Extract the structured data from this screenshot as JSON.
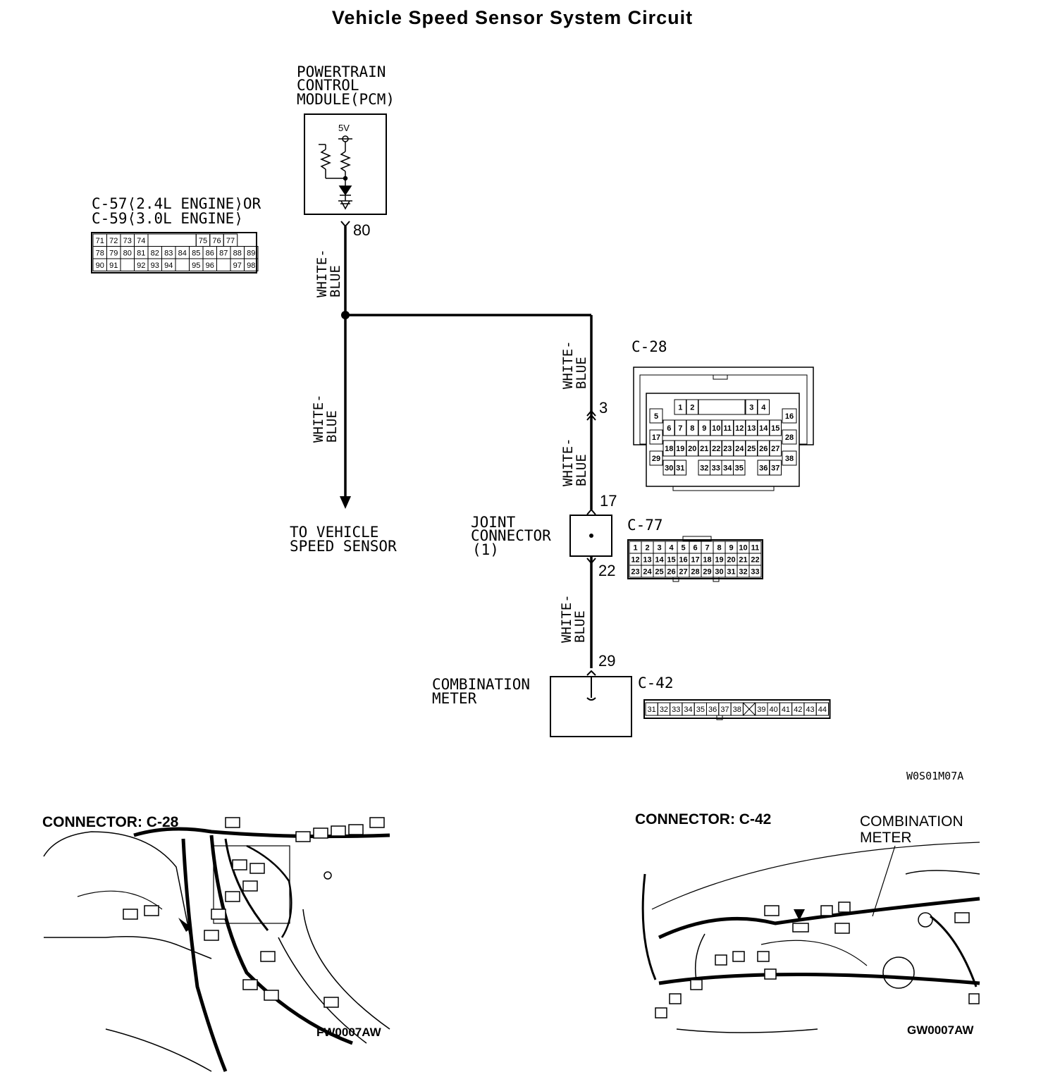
{
  "title": "Vehicle Speed Sensor System Circuit",
  "pcm": {
    "label_lines": [
      "POWERTRAIN",
      "CONTROL",
      "MODULE(PCM)"
    ],
    "voltage": "5V",
    "pin": "80"
  },
  "pcm_connector": {
    "label_lines": [
      "C-57⟨2.4L ENGINE⟩OR",
      "C-59⟨3.0L ENGINE⟩"
    ],
    "rows": [
      [
        "71",
        "72",
        "73",
        "74",
        "",
        "",
        "",
        "75",
        "76",
        "77"
      ],
      [
        "78",
        "79",
        "80",
        "81",
        "82",
        "83",
        "84",
        "85",
        "86",
        "87",
        "88",
        "89"
      ],
      [
        "90",
        "91",
        "",
        "92",
        "93",
        "94",
        "",
        "95",
        "96",
        "",
        "97",
        "98"
      ]
    ]
  },
  "wire_color": [
    "WHITE-",
    "BLUE"
  ],
  "vss_label_lines": [
    "TO VEHICLE",
    "SPEED SENSOR"
  ],
  "c28": {
    "name": "C-28",
    "pin": "3",
    "rows": [
      [
        "1",
        "2",
        "3",
        "4"
      ],
      [
        "5",
        "6",
        "7",
        "8",
        "9",
        "10",
        "11",
        "12",
        "13",
        "14",
        "15",
        "16"
      ],
      [
        "17",
        "18",
        "19",
        "20",
        "21",
        "22",
        "23",
        "24",
        "25",
        "26",
        "27",
        "28"
      ],
      [
        "29",
        "30",
        "31",
        "32",
        "33",
        "34",
        "35",
        "36",
        "37",
        "38"
      ]
    ]
  },
  "joint_connector": {
    "label_lines": [
      "JOINT",
      "CONNECTOR",
      "(1)"
    ],
    "name": "C-77",
    "pin_top": "17",
    "pin_bottom": "22",
    "rows": [
      [
        "1",
        "2",
        "3",
        "4",
        "5",
        "6",
        "7",
        "8",
        "9",
        "10",
        "11"
      ],
      [
        "12",
        "13",
        "14",
        "15",
        "16",
        "17",
        "18",
        "19",
        "20",
        "21",
        "22"
      ],
      [
        "23",
        "24",
        "25",
        "26",
        "27",
        "28",
        "29",
        "30",
        "31",
        "32",
        "33"
      ]
    ]
  },
  "combination_meter": {
    "label_lines": [
      "COMBINATION",
      "METER"
    ],
    "name": "C-42",
    "pin": "29",
    "row": [
      "31",
      "32",
      "33",
      "34",
      "35",
      "36",
      "37",
      "38",
      "",
      "39",
      "40",
      "41",
      "42",
      "43",
      "44"
    ]
  },
  "figure_code": "W0S01M07A",
  "locator_left": {
    "heading": "CONNECTOR: C-28",
    "code": "FW0007AW"
  },
  "locator_right": {
    "heading": "CONNECTOR: C-42",
    "callout_lines": [
      "COMBINATION",
      "METER"
    ],
    "code": "GW0007AW"
  }
}
